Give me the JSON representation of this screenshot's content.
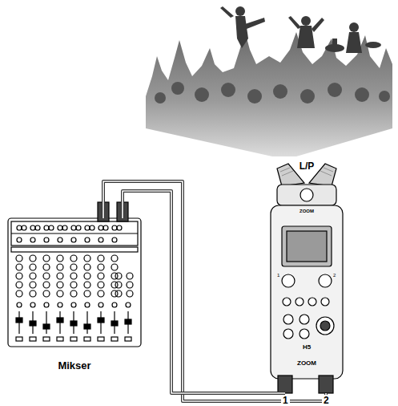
{
  "diagram": {
    "nodes": [
      {
        "text": [
          "Mikser"
        ]
      },
      {
        "text": [
          "L/P"
        ]
      }
    ],
    "edges": [
      {
        "from": 0,
        "to": 1,
        "arrow": "none"
      },
      {
        "from": 0,
        "to": 1,
        "arrow": "none"
      }
    ],
    "labels": [
      "1",
      "2",
      "ZOOM",
      "H5",
      "ZOOM",
      "1",
      "2"
    ]
  }
}
